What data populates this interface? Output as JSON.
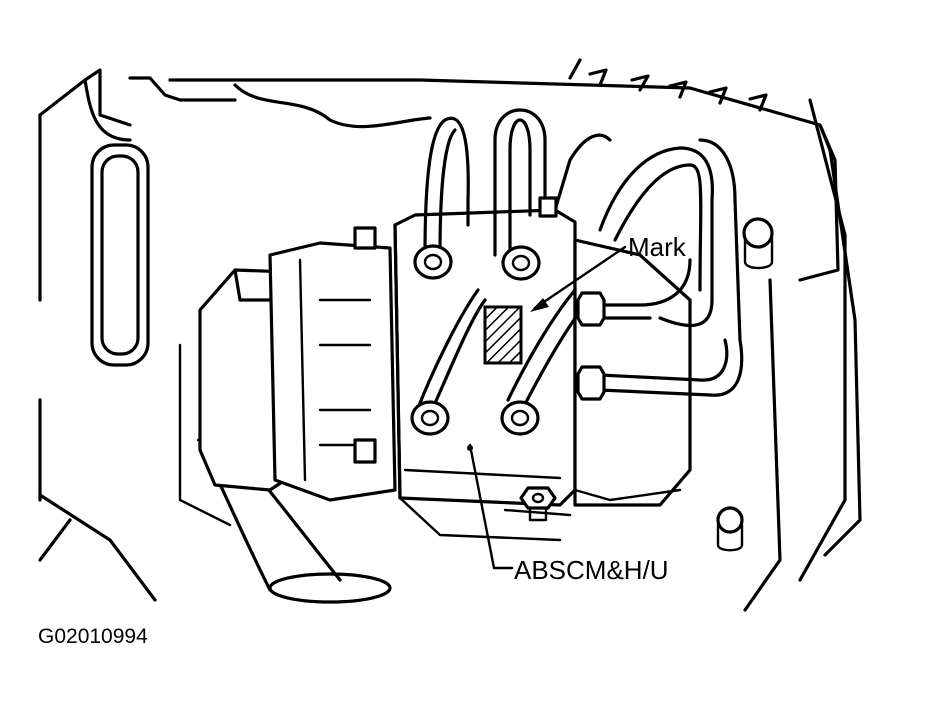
{
  "labels": {
    "mark": "Mark",
    "unit": "ABSCM&H/U",
    "figure_id": "G02010994"
  }
}
